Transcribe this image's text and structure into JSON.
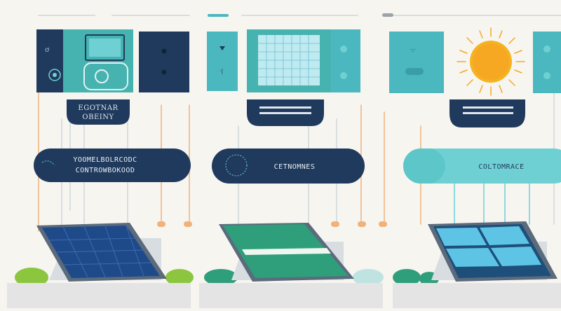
{
  "colors": {
    "background": "#f7f5f0",
    "navy": "#1f3a5c",
    "teal": "#4bb7bf",
    "teal_light": "#6fd0d4",
    "green": "#2f9e7a",
    "sun": "#f7a823",
    "orange_line": "#f0b27a",
    "ground": "#e4e4e4",
    "leaf_green": "#8cc63f"
  },
  "columns": [
    {
      "label_lines": [
        "EGOTNAR",
        "OBEINY"
      ],
      "pill_lines": [
        "YOOMELBOLRCODC",
        "CONTROWBOKOOD"
      ],
      "panel_style": "navy"
    },
    {
      "label_lines": [],
      "pill_lines": [
        "CETNOMNES"
      ],
      "panel_style": "green"
    },
    {
      "label_lines": [],
      "pill_lines": [
        "COLTOMRACE"
      ],
      "panel_style": "cyan"
    }
  ]
}
